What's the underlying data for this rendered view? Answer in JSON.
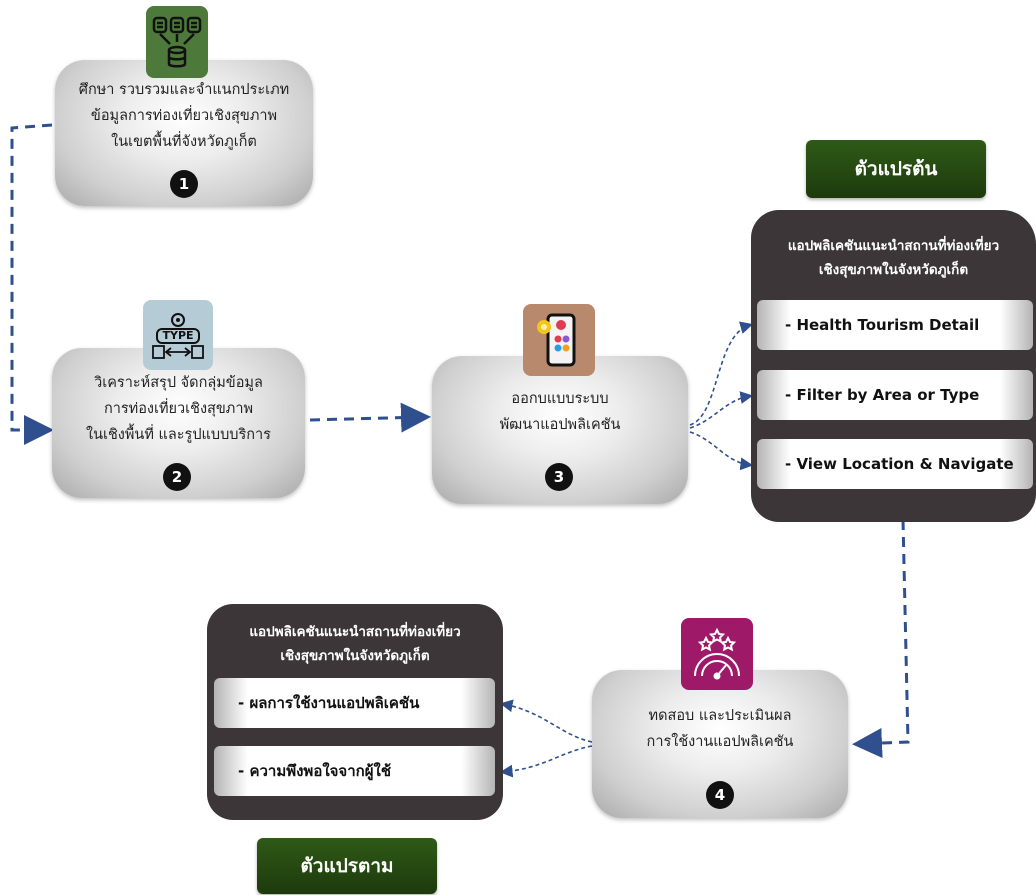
{
  "step1": {
    "icon": "database-icon",
    "icon_bg": "#4d7a3a",
    "lines": [
      "ศึกษา รวบรวมและจำแนกประเภท",
      "ข้อมูลการท่องเที่ยวเชิงสุขภาพ",
      "ในเขตพื้นที่จังหวัดภูเก็ต"
    ],
    "number": "1"
  },
  "step2": {
    "icon": "type-icon",
    "icon_bg": "#b5ccd6",
    "icon_text": "TYPE",
    "lines": [
      "วิเคราะห์สรุป จัดกลุ่มข้อมูล",
      "การท่องเที่ยวเชิงสุขภาพ",
      "ในเชิงพื้นที่ และรูปแบบบริการ"
    ],
    "number": "2"
  },
  "step3": {
    "icon": "mobile-app-icon",
    "icon_bg": "#b9896d",
    "lines": [
      "ออกบแบบระบบ",
      "พัฒนาแอปพลิเคชัน"
    ],
    "number": "3"
  },
  "step4": {
    "icon": "rating-gauge-icon",
    "icon_bg": "#9e1a69",
    "lines": [
      "ทดสอบ และประเมินผล",
      "การใช้งานแอปพลิเคชัน"
    ],
    "number": "4"
  },
  "independent": {
    "badge": "ตัวแปรต้น",
    "title_lines": [
      "แอปพลิเคชันแนะนำสถานที่ท่องเที่ยว",
      "เชิงสุขภาพในจังหวัดภูเก็ต"
    ],
    "items": [
      "- Health Tourism Detail",
      "- Filter by Area or Type",
      "- View Location & Navigate"
    ]
  },
  "dependent": {
    "badge": "ตัวแปรตาม",
    "title_lines": [
      "แอปพลิเคชันแนะนำสถานที่ท่องเที่ยว",
      "เชิงสุขภาพในจังหวัดภูเก็ต"
    ],
    "items": [
      "- ผลการใช้งานแอปพลิเคชัน",
      "- ความพึงพอใจจากผู้ใช้"
    ]
  },
  "colors": {
    "arrow": "#2f4f8f",
    "dark_box": "#3c3638",
    "badge_green": "#2f5a17"
  }
}
